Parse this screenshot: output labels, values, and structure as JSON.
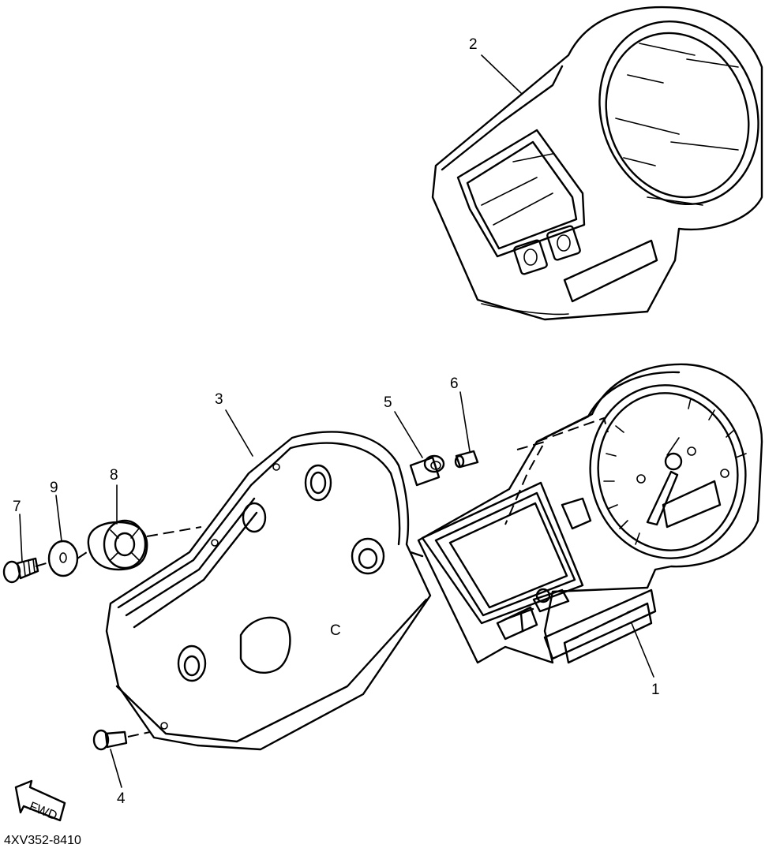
{
  "callouts": {
    "c1": "1",
    "c2": "2",
    "c3": "3",
    "c4": "4",
    "c5": "5",
    "c6": "6",
    "c7": "7",
    "c8": "8",
    "c9": "9"
  },
  "fwd_label": "FWD",
  "diagram_code": "4XV352-8410",
  "housing_letter": "C"
}
